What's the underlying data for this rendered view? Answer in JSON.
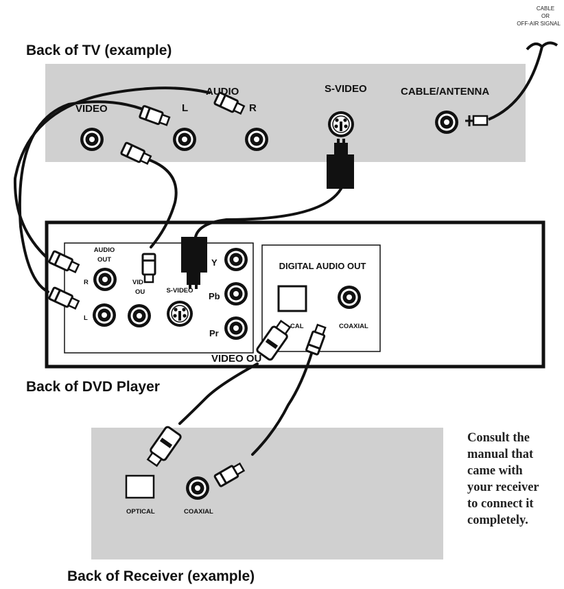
{
  "signal": {
    "line1": "CABLE",
    "line2": "OR",
    "line3": "OFF-AIR SIGNAL"
  },
  "tv": {
    "heading": "Back of TV (example)",
    "video": "VIDEO",
    "audio": "AUDIO",
    "left": "L",
    "right": "R",
    "svideo": "S-VIDEO",
    "antenna": "CABLE/ANTENNA"
  },
  "dvd": {
    "heading": "Back of DVD Player",
    "audio_out_line1": "AUDIO",
    "audio_out_line2": "OUT",
    "r": "R",
    "l": "L",
    "video_out_small_line1": "VID",
    "video_out_small_line2": "OU",
    "svideo": "S-VIDEO",
    "y": "Y",
    "pb": "Pb",
    "pr": "Pr",
    "video_out": "VIDEO OU",
    "digital_audio_out": "DIGITAL AUDIO OUT",
    "optical": "CAL",
    "coaxial": "COAXIAL"
  },
  "receiver": {
    "heading": "Back of Receiver (example)",
    "optical": "OPTICAL",
    "coaxial": "COAXIAL"
  },
  "note": {
    "lines": [
      "Consult the",
      "manual that",
      "came with",
      "your receiver",
      "to connect it",
      "completely."
    ]
  }
}
